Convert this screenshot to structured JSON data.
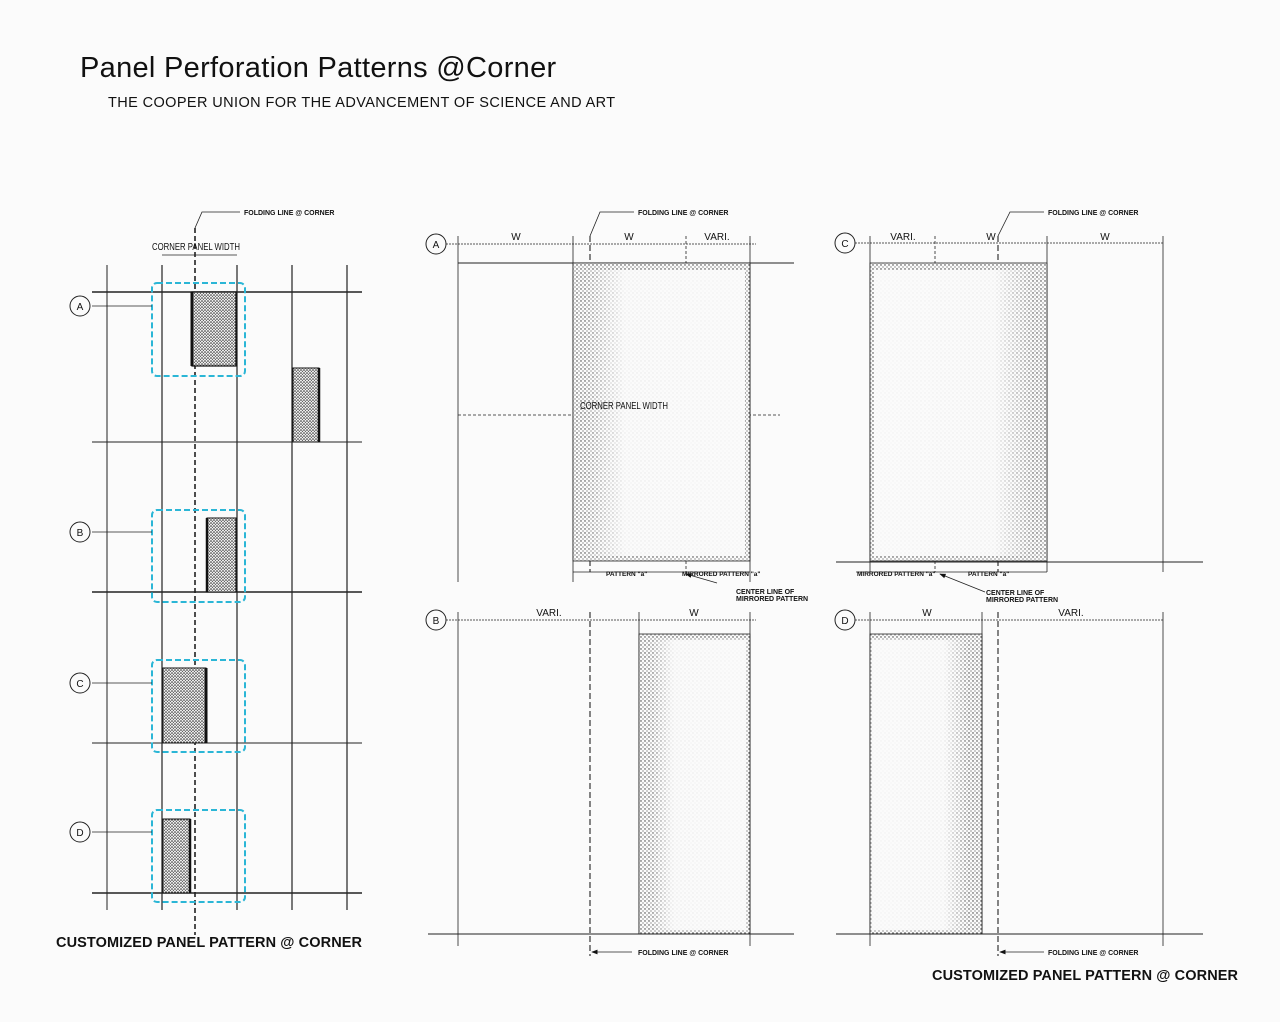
{
  "header": {
    "title": "Panel Perforation Patterns @Corner",
    "subtitle": "THE COOPER UNION FOR THE ADVANCEMENT OF SCIENCE AND ART"
  },
  "left_diagram": {
    "folding_line_label": "FOLDING LINE @ CORNER",
    "corner_width_label": "CORNER PANEL WIDTH",
    "rows": [
      "A",
      "B",
      "C",
      "D"
    ],
    "caption": "CUSTOMIZED PANEL PATTERN @ CORNER",
    "highlight_color": "#2bb6d6"
  },
  "details": {
    "A": {
      "id": "A",
      "dims": [
        "W",
        "W",
        "VARI."
      ],
      "folding_label": "FOLDING LINE @ CORNER",
      "corner_width_label": "CORNER PANEL WIDTH",
      "pattern_label": "PATTERN \"a\"",
      "mirrored_label": "MIRRORED PATTERN \"a\"",
      "center_label_1": "CENTER LINE OF",
      "center_label_2": "MIRRORED PATTERN"
    },
    "B": {
      "id": "B",
      "dims": [
        "VARI.",
        "W"
      ],
      "folding_label": "FOLDING LINE @ CORNER"
    },
    "C": {
      "id": "C",
      "dims": [
        "VARI.",
        "W",
        "W"
      ],
      "folding_label": "FOLDING LINE @ CORNER",
      "mirrored_label": "MIRRORED PATTERN \"a\"",
      "pattern_label": "PATTERN \"a\"",
      "center_label_1": "CENTER LINE OF",
      "center_label_2": "MIRRORED PATTERN"
    },
    "D": {
      "id": "D",
      "dims": [
        "W",
        "VARI."
      ],
      "folding_label": "FOLDING LINE @ CORNER"
    }
  },
  "bottom_caption": "CUSTOMIZED PANEL PATTERN @ CORNER"
}
